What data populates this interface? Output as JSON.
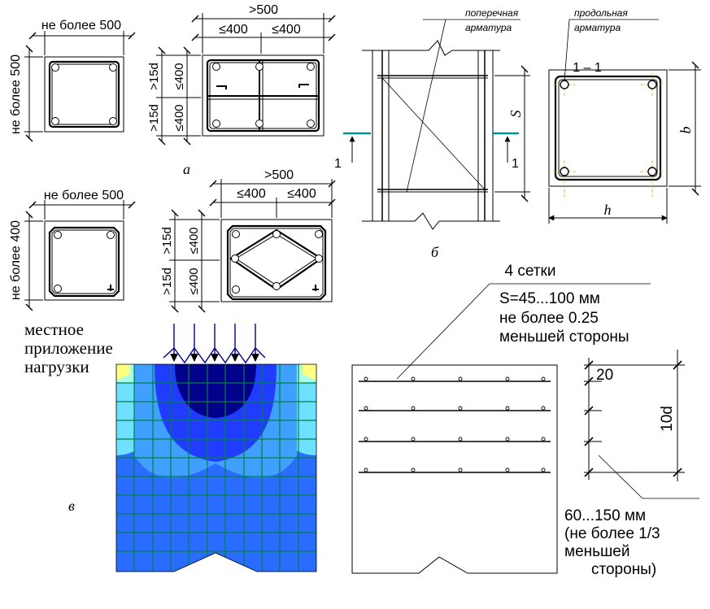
{
  "detail_a": {
    "top_left_width": "не более 500",
    "top_left_height": "не более 500",
    "top_right_total": ">500",
    "top_right_span1": "≤400",
    "top_right_span2": "≤400",
    "top_right_v1": ">15d",
    "top_right_v2": "≤400",
    "top_right_v3": ">15d",
    "top_right_v4": "≤400",
    "bottom_left_width": "не более 500",
    "bottom_left_height": "не более 400",
    "bottom_right_total": ">500",
    "bottom_right_span1": "≤400",
    "bottom_right_span2": "≤400",
    "bottom_right_v1": ">15d",
    "bottom_right_v2": "≤400",
    "bottom_right_v3": ">15d",
    "bottom_right_v4": "≤400",
    "caption": "а"
  },
  "detail_b": {
    "label_transverse_1": "поперечная",
    "label_transverse_2": "арматура",
    "label_long_1": "продольная",
    "label_long_2": "арматура",
    "section": "1 – 1",
    "dim_s": "S",
    "dim_b": "b",
    "dim_h": "h",
    "cut_left": "1",
    "cut_right": "1",
    "caption": "б"
  },
  "detail_v": {
    "load_line1": "местное",
    "load_line2": "приложение",
    "load_line3": "нагрузки",
    "caption": "в"
  },
  "detail_mesh": {
    "count": "4 сетки",
    "spacing": "S=45...100 мм",
    "limit1": "не более 0.25",
    "limit2": "меньшей стороны",
    "dim_20": "20",
    "dim_10d": "10d",
    "cell1": "60...150 мм",
    "cell2": "(не более 1/3",
    "cell3": "меньшей",
    "cell4": "стороны)"
  },
  "colors": {
    "line": "#000000",
    "stress_dark": "#00008b",
    "stress_mid": "#1f3cff",
    "stress_light": "#3a7dff",
    "stress_sky": "#3fa0ff",
    "stress_cyan": "#6fe0ff",
    "stress_yellow": "#ffff80",
    "grid": "#008040",
    "axis_orange": "#f0a020",
    "cut_marker": "#009090"
  }
}
